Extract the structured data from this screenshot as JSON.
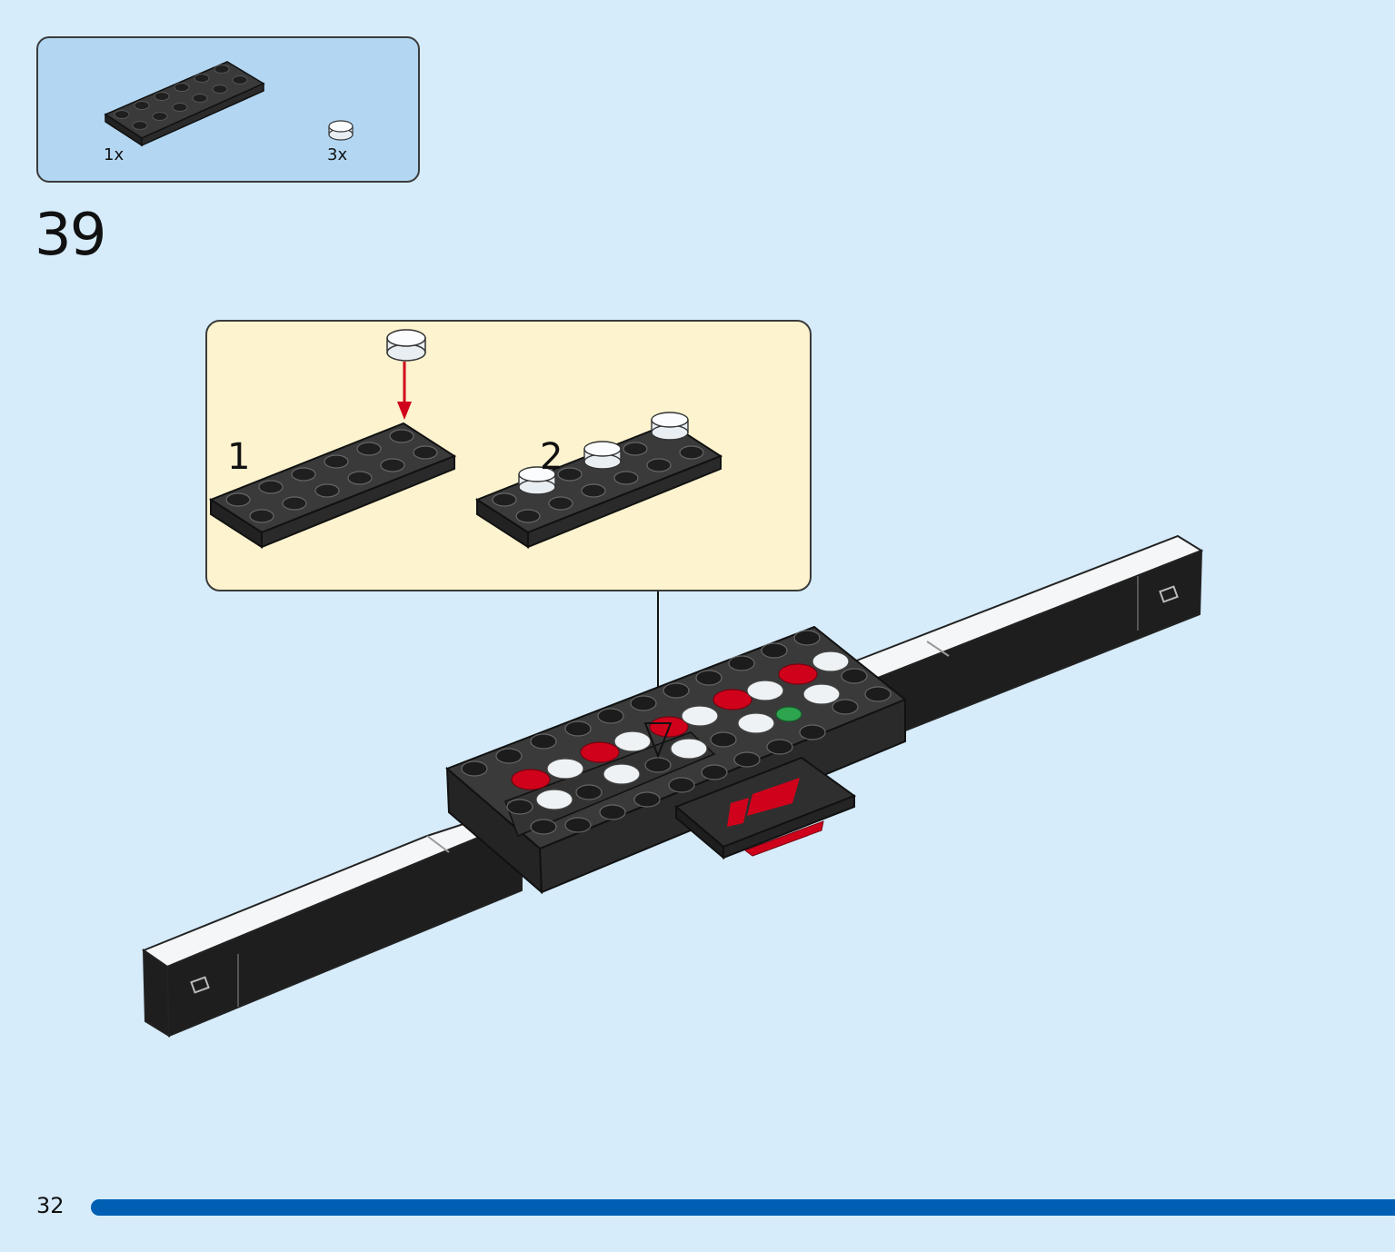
{
  "parts_list": {
    "items": [
      {
        "part": "black-plate-2x6",
        "quantity": "1x"
      },
      {
        "part": "transparent-clear-round-tile-1x1",
        "quantity": "3x"
      }
    ]
  },
  "step": {
    "number": "39"
  },
  "substeps": [
    {
      "label": "1"
    },
    {
      "label": "2"
    }
  ],
  "footer": {
    "page_number": "32"
  },
  "colors": {
    "background": "#d6ecfb",
    "parts_box": "#b3d7f3",
    "substep_box": "#fdf3cf",
    "brick_black": "#2e2e2e",
    "accent_red": "#d0021b",
    "progress_bar": "#005fb2"
  }
}
